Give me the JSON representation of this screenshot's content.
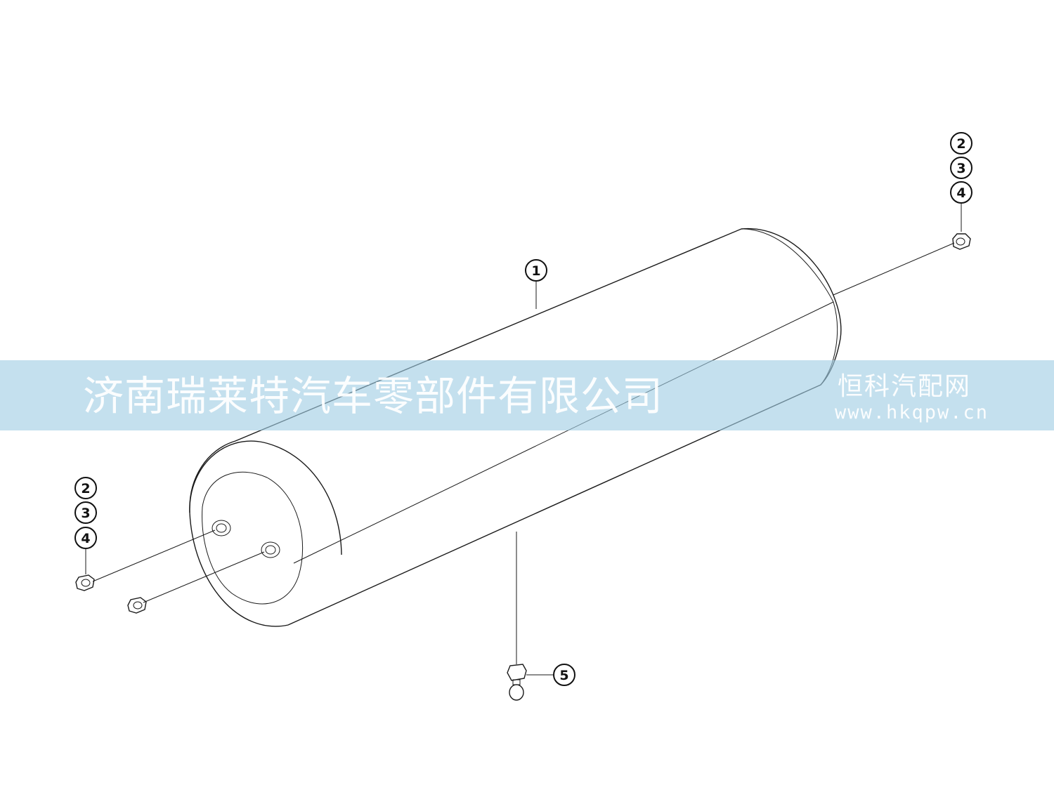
{
  "callouts": {
    "part_1": "1",
    "upper_right_stack": [
      "2",
      "3",
      "4"
    ],
    "left_stack": [
      "2",
      "3",
      "4"
    ],
    "part_5": "5"
  },
  "watermark": {
    "company": "济南瑞莱特汽车零部件有限公司",
    "site_name": "恒科汽配网",
    "site_url": "www.hkqpw.cn"
  },
  "colors": {
    "line": "#1a1a1a",
    "band": "#a0cde4",
    "watermark_text": "#ffffff"
  }
}
